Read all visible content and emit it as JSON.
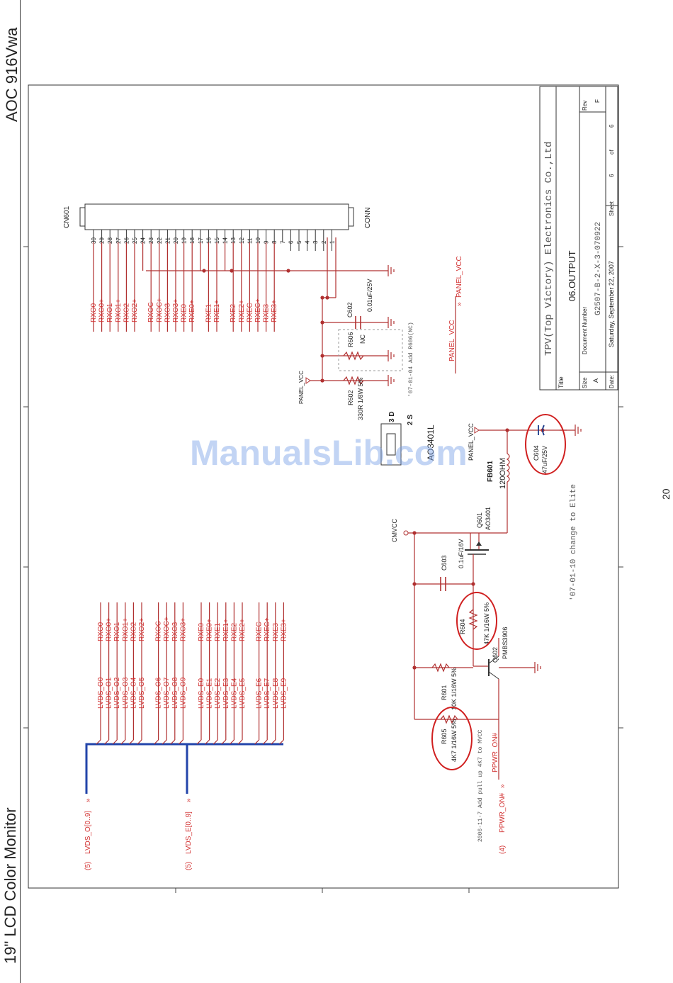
{
  "page": {
    "header_left": "19\" LCD Color Monitor",
    "header_right": "AOC 916Vwa",
    "page_number": "20",
    "watermark": "ManualsLib.com"
  },
  "title_block": {
    "company": "TPV(Top Victory) Electronics Co.,Ltd",
    "title_label": "Title",
    "title": "06.OUTPUT",
    "size_label": "Size",
    "size": "A",
    "docnum_label": "Document Number",
    "docnum": "G2507-B-2-X-3-070922",
    "rev_label": "Rev",
    "rev": "F",
    "date_label": "Date:",
    "date": "Saturday, September 22, 2007",
    "sheet_label": "Sheet",
    "sheet": "6",
    "of_label": "of",
    "of": "6"
  },
  "connector": {
    "ref": "CN601",
    "type": "CONN",
    "pins": [
      "30",
      "29",
      "28",
      "27",
      "26",
      "25",
      "24",
      "23",
      "22",
      "21",
      "20",
      "19",
      "18",
      "17",
      "16",
      "15",
      "14",
      "13",
      "12",
      "11",
      "10",
      "9",
      "8",
      "7",
      "6",
      "5",
      "4",
      "3",
      "2",
      "1"
    ],
    "nets_group1": [
      "RXO0-",
      "RXO0+",
      "RXO1-",
      "RXO1+",
      "RXO2-",
      "RXO2+"
    ],
    "nets_group2": [
      "RXOC-",
      "RXOC+",
      "RXO3-",
      "RXO3+",
      "RXE0-",
      "RXE0+"
    ],
    "nets_group3": [
      "RXE1-",
      "RXE1+"
    ],
    "nets_group4": [
      "RXE2-",
      "RXE2+",
      "RXEC-",
      "RXEC+",
      "RXE3-",
      "RXE3+"
    ]
  },
  "lvds": {
    "bus_o": "LVDS_O[0..9]",
    "bus_e": "LVDS_E[0..9]",
    "sheet_ref": "(5)",
    "o_members": [
      "LVDS_O0",
      "LVDS_O1",
      "LVDS_O2",
      "LVDS_O3",
      "LVDS_O4",
      "LVDS_O5",
      "LVDS_O6",
      "LVDS_O7",
      "LVDS_O8",
      "LVDS_O9"
    ],
    "o_nets": [
      "RXO0-",
      "RXO0+",
      "RXO1-",
      "RXO1+",
      "RXO2-",
      "RXO2+",
      "RXOC-",
      "RXOC+",
      "RXO3-",
      "RXO3+"
    ],
    "e_members": [
      "LVDS_E0",
      "LVDS_E1",
      "LVDS_E2",
      "LVDS_E3",
      "LVDS_E4",
      "LVDS_E5",
      "LVDS_E6",
      "LVDS_E7",
      "LVDS_E8",
      "LVDS_E9"
    ],
    "e_nets": [
      "RXE0-",
      "RXE0+",
      "RXE1-",
      "RXE1+",
      "RXE2-",
      "RXE2+",
      "RXEC-",
      "RXEC+",
      "RXE3-",
      "RXE3+"
    ]
  },
  "components": {
    "c602": {
      "ref": "C602",
      "value": "0.01uF/25V"
    },
    "r606": {
      "ref": "R606",
      "value": "NC"
    },
    "r606_note": "'07-01-04 Add R606(NC)",
    "r602": {
      "ref": "R602",
      "value": "330R 1/8W 5%"
    },
    "panel_vcc_1": "PANEL_VCC",
    "panel_vcc_2": "PANEL_VCC",
    "panel_vcc_3": "PANEL_VCC",
    "panel_vcc_4": "PANEL_VCC",
    "ao3401_pkg": "AO3401L",
    "ao3401_pin_d": "3 D",
    "ao3401_pin_s": "2 S",
    "fb601": {
      "ref": "FB601",
      "value": "120OHM"
    },
    "c604": {
      "ref": "C604",
      "value": "47uF/25V"
    },
    "c604_note": "'07-01-10 change to Elite",
    "q601": {
      "ref": "Q601",
      "value": "AO3401"
    },
    "cmvcc": "CMVCC",
    "c603": {
      "ref": "C603",
      "value": "0.1uF/16V"
    },
    "r604": {
      "ref": "R604",
      "value": "47K 1/16W 5%"
    },
    "q602": {
      "ref": "Q602",
      "value": "PMBS3906"
    },
    "r601": {
      "ref": "R601",
      "value": "10K 1/16W 5%"
    },
    "r605": {
      "ref": "R605",
      "value": "4K7 1/16W 5%"
    },
    "r605_note": "2006-11-7 Add pull up 4K7 to MVCC",
    "ppwr_on": "PPWR_ON#",
    "ppwr_ref": "(4)"
  }
}
